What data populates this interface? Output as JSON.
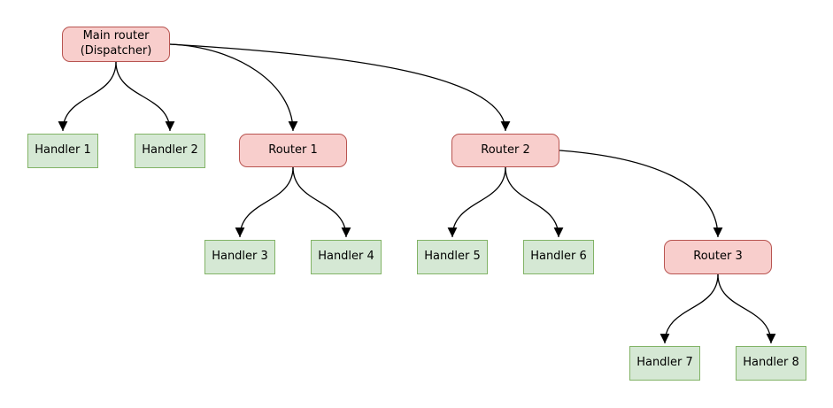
{
  "diagram": {
    "type": "flow-tree",
    "colors": {
      "router_fill": "#f8cecc",
      "router_border": "#b85450",
      "handler_fill": "#d5e8d4",
      "handler_border": "#82b366",
      "edge_color": "#000000",
      "text_color": "#000000",
      "background": "#ffffff"
    },
    "nodes": [
      {
        "id": "main-router",
        "label": "Main router\n(Dispatcher)",
        "type": "router"
      },
      {
        "id": "handler-1",
        "label": "Handler 1",
        "type": "handler"
      },
      {
        "id": "handler-2",
        "label": "Handler 2",
        "type": "handler"
      },
      {
        "id": "router-1",
        "label": "Router 1",
        "type": "router"
      },
      {
        "id": "router-2",
        "label": "Router 2",
        "type": "router"
      },
      {
        "id": "handler-3",
        "label": "Handler 3",
        "type": "handler"
      },
      {
        "id": "handler-4",
        "label": "Handler 4",
        "type": "handler"
      },
      {
        "id": "handler-5",
        "label": "Handler 5",
        "type": "handler"
      },
      {
        "id": "handler-6",
        "label": "Handler 6",
        "type": "handler"
      },
      {
        "id": "router-3",
        "label": "Router 3",
        "type": "router"
      },
      {
        "id": "handler-7",
        "label": "Handler 7",
        "type": "handler"
      },
      {
        "id": "handler-8",
        "label": "Handler 8",
        "type": "handler"
      }
    ],
    "edges": [
      {
        "from": "main-router",
        "to": "handler-1"
      },
      {
        "from": "main-router",
        "to": "handler-2"
      },
      {
        "from": "main-router",
        "to": "router-1"
      },
      {
        "from": "main-router",
        "to": "router-2"
      },
      {
        "from": "router-1",
        "to": "handler-3"
      },
      {
        "from": "router-1",
        "to": "handler-4"
      },
      {
        "from": "router-2",
        "to": "handler-5"
      },
      {
        "from": "router-2",
        "to": "handler-6"
      },
      {
        "from": "router-2",
        "to": "router-3"
      },
      {
        "from": "router-3",
        "to": "handler-7"
      },
      {
        "from": "router-3",
        "to": "handler-8"
      }
    ]
  }
}
